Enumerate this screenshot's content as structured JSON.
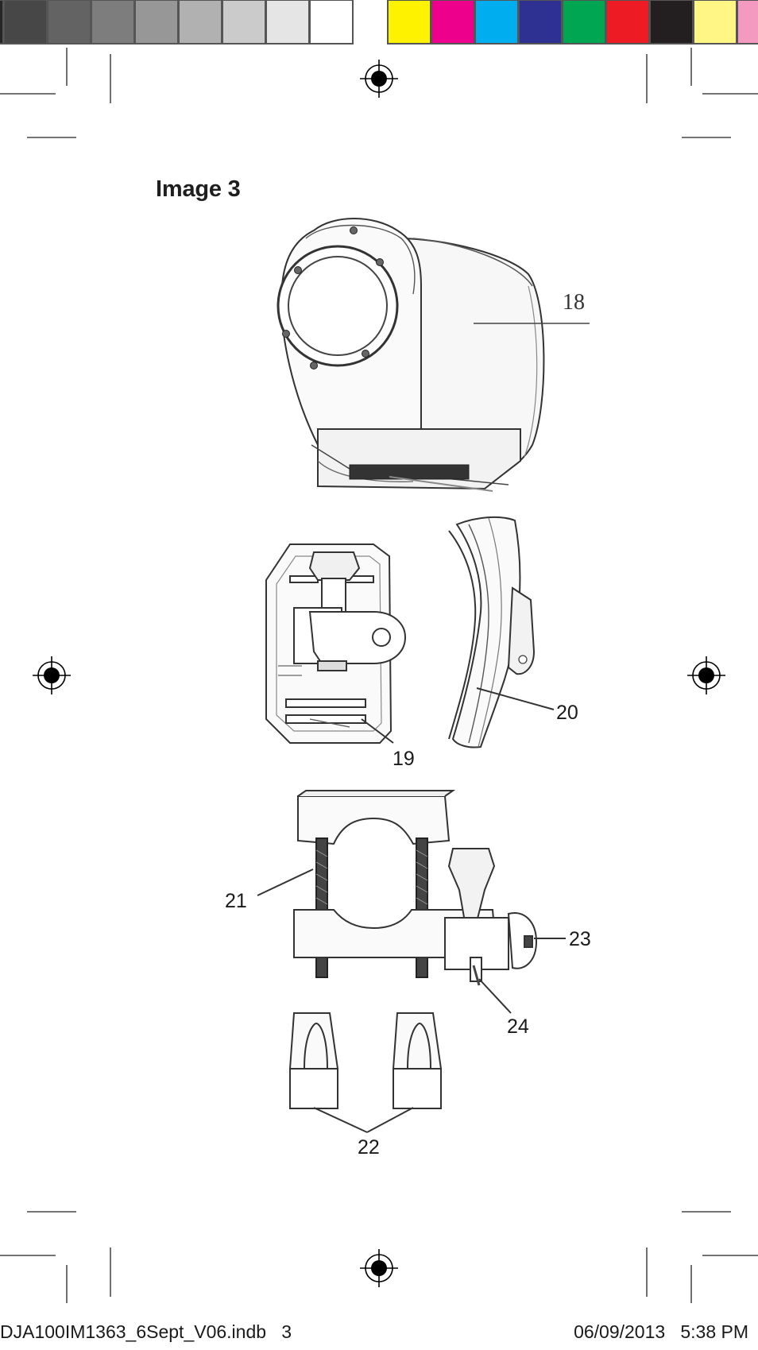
{
  "page": {
    "heading": "Image 3",
    "slug_file": "DJA100IM1363_6Sept_V06.indb   3",
    "slug_datetime": "06/09/2013   5:38 PM"
  },
  "color_bar": {
    "gray_steps": [
      "#262626",
      "#474747",
      "#636363",
      "#7d7d7d",
      "#979797",
      "#b1b1b1",
      "#cbcbcb",
      "#e5e5e5",
      "#ffffff"
    ],
    "color_steps": [
      "#fff200",
      "#ec008c",
      "#00aeef",
      "#2e3192",
      "#00a651",
      "#ed1c24",
      "#231f20",
      "#fff685",
      "#f49ac1"
    ]
  },
  "figure": {
    "callouts": {
      "c18": "18",
      "c19": "19",
      "c20": "20",
      "c21": "21",
      "c22": "22",
      "c23": "23",
      "c24": "24"
    }
  }
}
